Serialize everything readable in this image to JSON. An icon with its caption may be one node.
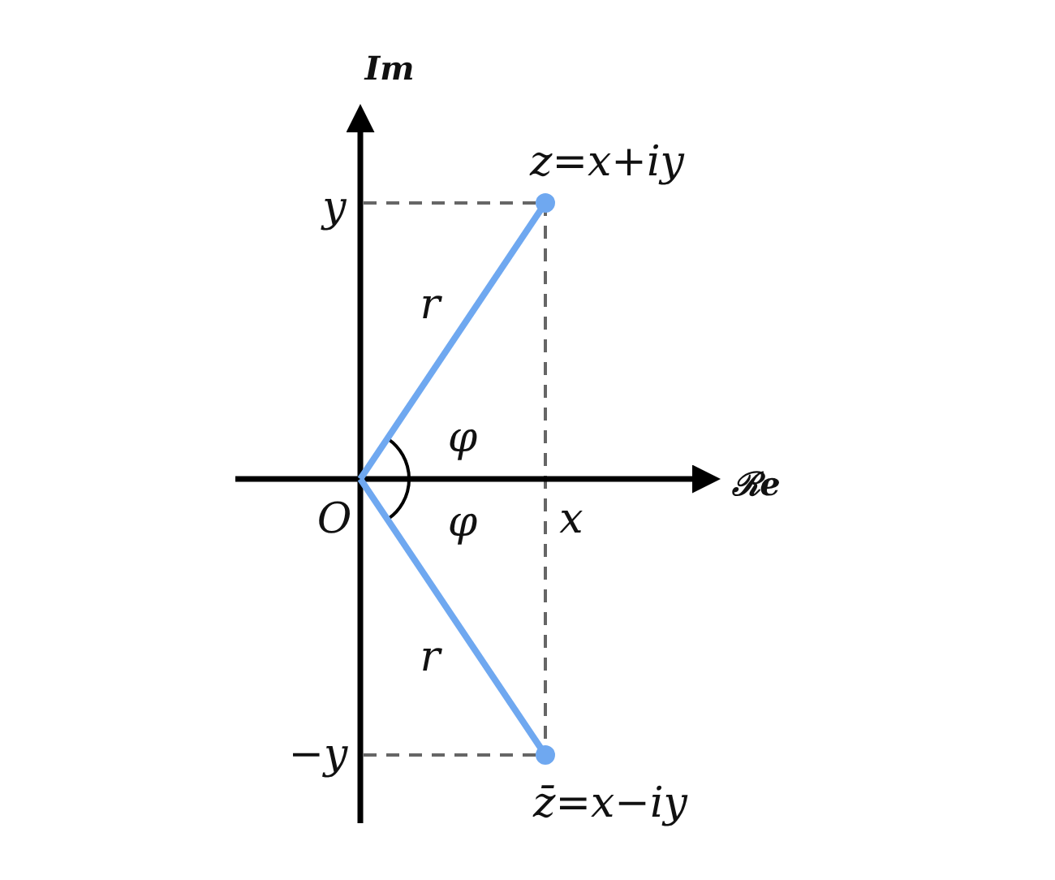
{
  "diagram": {
    "labels": [
      "Im",
      "y",
      "z=x+iy",
      "r",
      "φ",
      "O",
      "φ",
      "x",
      "ℛe",
      "r",
      "−y",
      "z̄=x−iy"
    ]
  }
}
